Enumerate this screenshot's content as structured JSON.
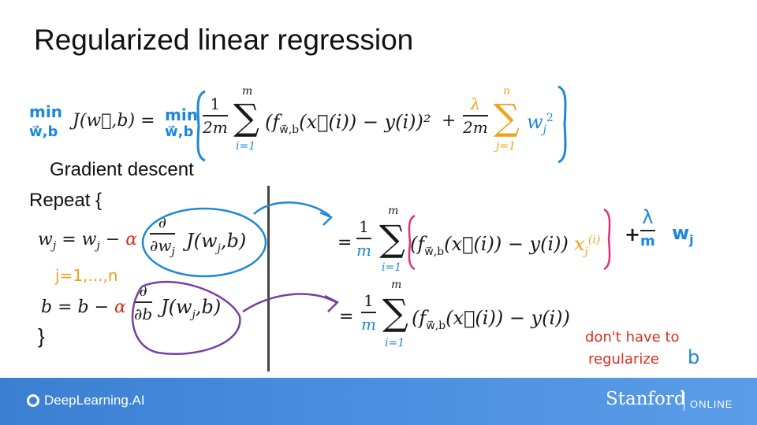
{
  "title": "Regularized linear regression",
  "cost_function": {
    "min_left": "min",
    "min_left_sub": "w⃗,b",
    "lhs": "J(w⃗,b) =",
    "min_inner": "min",
    "min_inner_sub": "w⃗,b",
    "frac1_num": "1",
    "frac1_den": "2m",
    "sum1_top": "m",
    "sum1_bottom": "i=1",
    "term1": "(f",
    "term1_sub": "w⃗,b",
    "term1_rest": "(x⃗(i)) − y(i))²",
    "plus": "+",
    "frac2_num": "λ",
    "frac2_den": "2m",
    "sum2_top": "n",
    "sum2_bottom": "j=1",
    "term2": "w",
    "term2_sub": "j",
    "term2_sup": "2"
  },
  "gradient_label": "Gradient descent",
  "repeat_label": "Repeat {",
  "close_brace": "}",
  "update_w": {
    "lhs": "w",
    "lhs_sub": "j",
    "eq": "= w",
    "eq_sub": "j",
    "minus": "−",
    "alpha": "α",
    "deriv_num": "∂",
    "deriv_den": "∂w",
    "deriv_den_sub": "j",
    "rhs": "J(w",
    "rhs_sub": "j",
    "rhs_end": ",b)"
  },
  "j_range": "j=1,...,n",
  "update_b": {
    "lhs": "b = b −",
    "alpha": "α",
    "deriv_num": "∂",
    "deriv_den": "∂b",
    "rhs": "J(w",
    "rhs_sub": "j",
    "rhs_end": ",b)"
  },
  "deriv_w": {
    "eq": "=",
    "frac_num": "1",
    "frac_den": "m",
    "sum_top": "m",
    "sum_bottom": "i=1",
    "term": "(f",
    "term_sub": "w⃗,b",
    "term_rest": "(x⃗(i)) − y(i))",
    "x": "x",
    "x_sub": "j",
    "x_sup": "(i)",
    "plus": "+",
    "reg_num": "λ",
    "reg_den": "m",
    "reg_w": "w",
    "reg_w_sub": "j"
  },
  "deriv_b": {
    "eq": "=",
    "frac_num": "1",
    "frac_den": "m",
    "sum_top": "m",
    "sum_bottom": "i=1",
    "term": "(f",
    "term_sub": "w⃗,b",
    "term_rest": "(x⃗(i)) − y(i))"
  },
  "note_line1": "don't have to",
  "note_line2": "regularize",
  "note_b": "b",
  "footer": {
    "left_logo": "DeepLearning.AI",
    "right_logo": "Stanford",
    "right_sub": "ONLINE"
  },
  "colors": {
    "blue": "#1e88d6",
    "orange": "#f0a21a",
    "red": "#d6301f",
    "purple": "#7a3fa0",
    "magenta": "#e0307c",
    "footer": "#4a8fe0"
  }
}
